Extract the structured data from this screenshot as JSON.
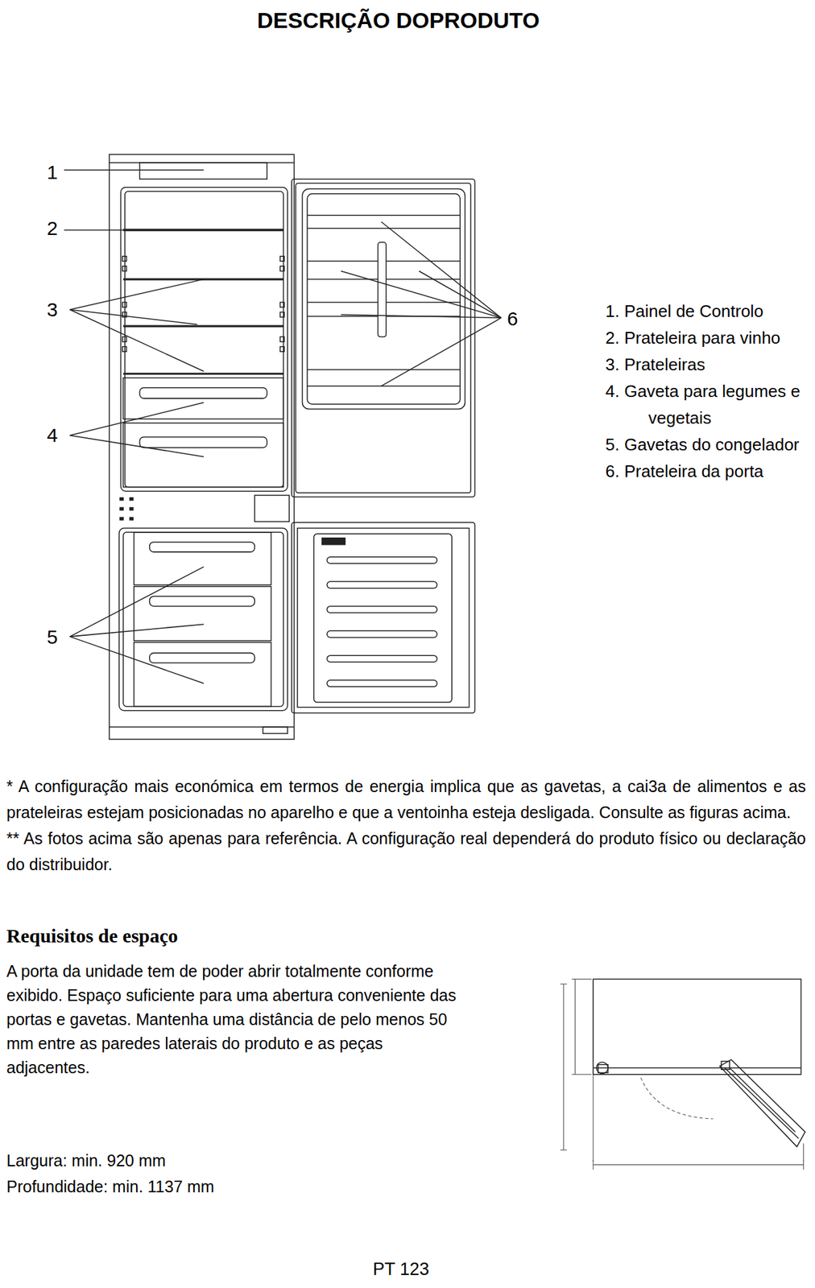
{
  "diagram": {
    "title": "DESCRIÇÃO DOPRODUTO",
    "labels": [
      "1",
      "2",
      "3",
      "4",
      "5",
      "6",
      "1. Painel de Controlo",
      "2. Prateleira para vinho",
      "3. Prateleiras",
      "4. Gaveta para legumes e vegetais",
      "5. Gavetas do congelador",
      "6. Prateleira da porta",
      "* A configuração mais económica em termos de energia implica que as gavetas, a cai3a de alimentos e as prateleiras estejam posicionadas no aparelho e que a ventoinha esteja desligada. Consulte as figuras acima.",
      "** As fotos acima são apenas para referência. A configuração real dependerá do produto físico ou declaração do distribuidor.",
      "Requisitos de espaço",
      "A porta da unidade tem de poder abrir totalmente conforme exibido. Espaço suficiente para uma abertura conveniente das portas e gavetas. Mantenha uma distância de pelo menos 50 mm entre as paredes laterais do produto e as peças adjacentes.",
      "Largura: min. 920 mm",
      "Profundidade: min. 1137 mm",
      "PT 123"
    ]
  }
}
